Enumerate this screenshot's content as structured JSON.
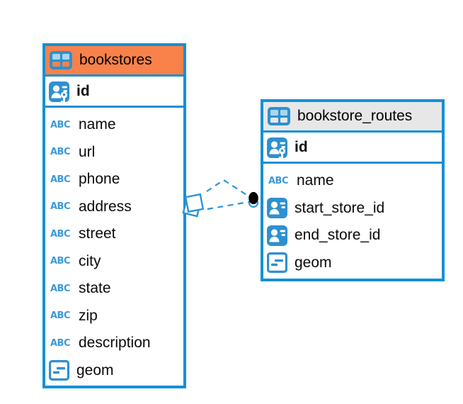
{
  "app": {
    "view_name": "entity-relationship-diagram"
  },
  "colors": {
    "background": "#ffffff",
    "table_border": "#1590d5",
    "bookstores_header": "#f8824a",
    "bookstore_routes_header": "#e7e7e7",
    "icon_blue": "#2e90d1",
    "icon_light_blue": "#a9d6f0",
    "type_label_blue": "#3b99d9",
    "connector_blue": "#2e93d6",
    "text": "#000000"
  },
  "icons": {
    "table_icon": "table-grid",
    "text_type_label": "ABC",
    "primary_key_icon": "user-card-with-key",
    "foreign_key_icon": "user-card",
    "geometry_icon": "square-with-dashes",
    "relationship_source_marker": "stacked-squares",
    "relationship_target_marker": "filled-black-dot"
  },
  "tables": [
    {
      "title": "bookstores",
      "header_color": "#f8824a",
      "primary_key": {
        "name": "id",
        "type": "key"
      },
      "columns": [
        {
          "name": "name",
          "type": "text"
        },
        {
          "name": "url",
          "type": "text"
        },
        {
          "name": "phone",
          "type": "text"
        },
        {
          "name": "address",
          "type": "text"
        },
        {
          "name": "street",
          "type": "text"
        },
        {
          "name": "city",
          "type": "text"
        },
        {
          "name": "state",
          "type": "text"
        },
        {
          "name": "zip",
          "type": "text"
        },
        {
          "name": "description",
          "type": "text"
        },
        {
          "name": "geom",
          "type": "geometry"
        }
      ]
    },
    {
      "title": "bookstore_routes",
      "header_color": "#e7e7e7",
      "primary_key": {
        "name": "id",
        "type": "key"
      },
      "columns": [
        {
          "name": "name",
          "type": "text"
        },
        {
          "name": "start_store_id",
          "type": "reference"
        },
        {
          "name": "end_store_id",
          "type": "reference"
        },
        {
          "name": "geom",
          "type": "geometry"
        }
      ]
    }
  ],
  "relationship": {
    "from_table": "bookstore_routes",
    "to_table": "bookstores",
    "line_style": "dashed",
    "line_count": 2,
    "color": "#2e93d6"
  }
}
